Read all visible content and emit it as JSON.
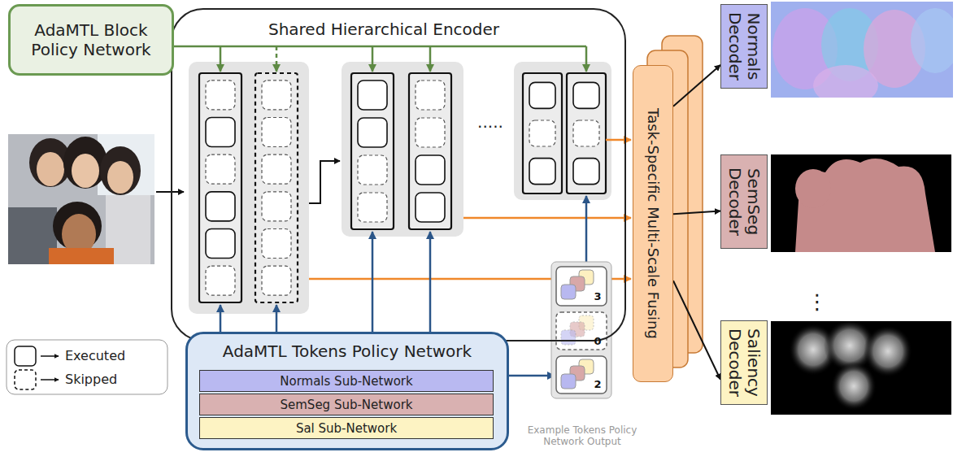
{
  "diagram": {
    "nodes": [
      {
        "text": [
          "Shared Hierarchical Encoder"
        ]
      },
      {
        "text": [
          "AdaMTL Block Policy Network"
        ]
      },
      {
        "text": [
          "AdaMTL Tokens Policy Network"
        ]
      },
      {
        "text": [
          "Normals Sub-Network"
        ],
        "in": 2
      },
      {
        "text": [
          "SemSeg Sub-Network"
        ],
        "in": 2
      },
      {
        "text": [
          "Sal Sub-Network"
        ],
        "in": 2
      },
      {
        "text": [
          "Task-Specific Multi-Scale Fusing"
        ]
      },
      {
        "text": [
          "Normals Decoder"
        ]
      },
      {
        "text": [
          "SemSeg Decoder"
        ]
      },
      {
        "text": [
          "Saliency Decoder"
        ]
      }
    ],
    "edges": [
      {
        "from": 6,
        "to": 7,
        "arrow": "to"
      },
      {
        "from": 6,
        "to": 8,
        "arrow": "to"
      },
      {
        "from": 6,
        "to": 9,
        "arrow": "to"
      }
    ],
    "labels": [
      ".....",
      "3",
      "0",
      "2",
      "Example Tokens Policy Network Output",
      "⋮"
    ],
    "legend": [
      {
        "text": "Executed"
      },
      {
        "text": "Skipped"
      }
    ]
  }
}
